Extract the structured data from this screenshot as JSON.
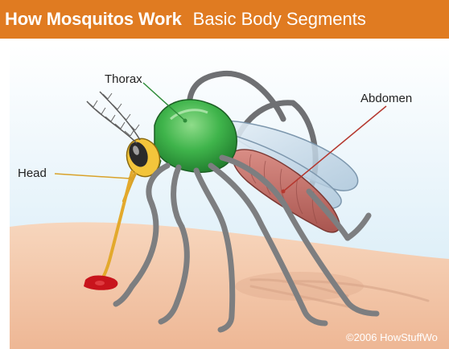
{
  "header": {
    "title": "How Mosquitos Work",
    "subtitle": "Basic Body Segments"
  },
  "labels": {
    "thorax": "Thorax",
    "abdomen": "Abdomen",
    "head": "Head"
  },
  "copyright": "©2006 HowStuffWo",
  "colors": {
    "banner": "#e07b21",
    "sky": "#d8eef8",
    "skin": "#f3c7a8",
    "thorax": "#3cb24a",
    "abdomen": "#c66e68",
    "legs": "#7d7e80",
    "head": "#f3c53b",
    "blood": "#c8141c",
    "leader_thorax": "#2f8c3a",
    "leader_abdomen": "#b5382f",
    "leader_head": "#d9a229"
  }
}
